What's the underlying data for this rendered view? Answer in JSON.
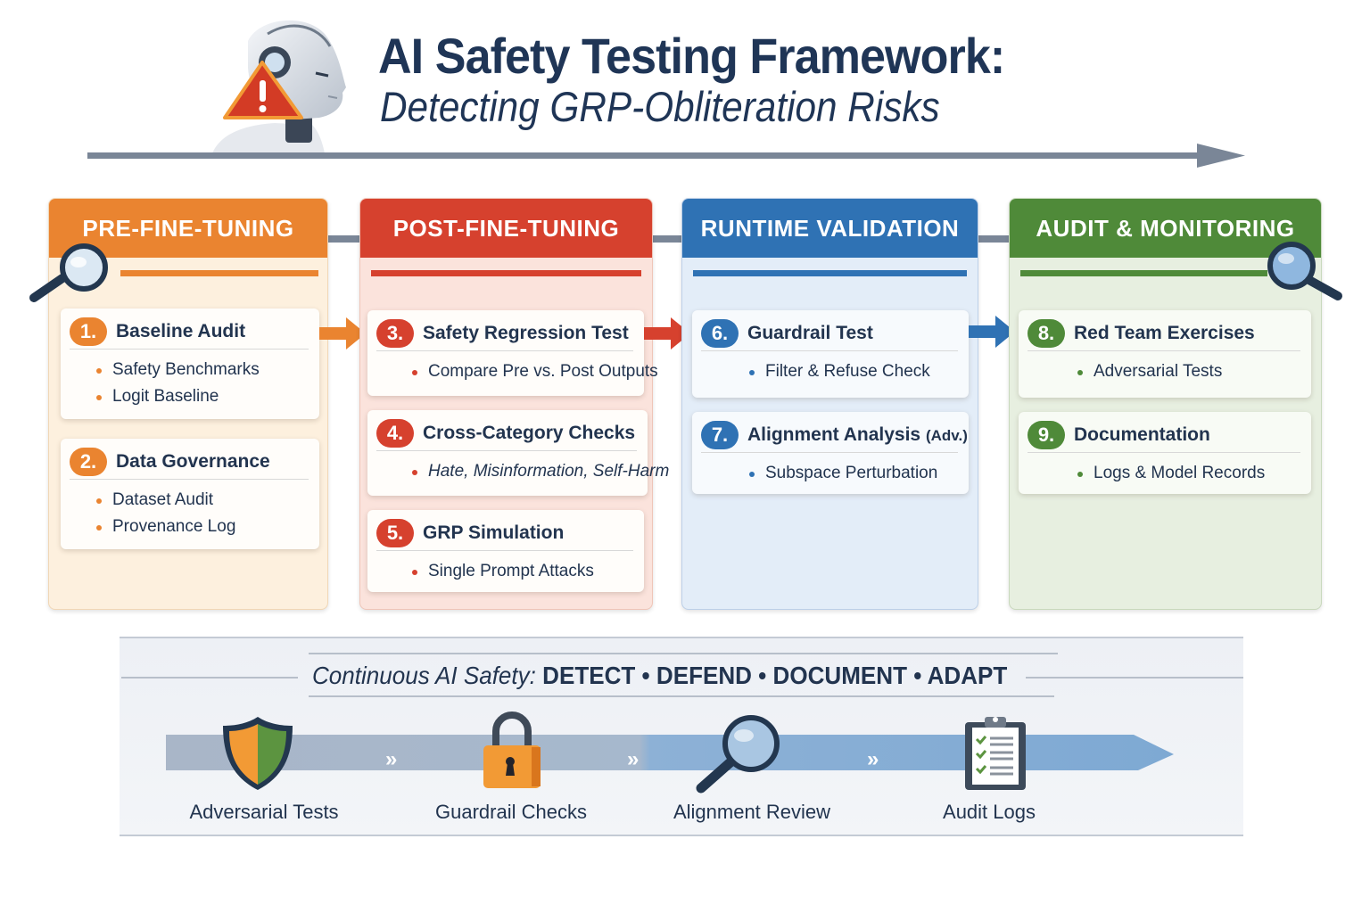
{
  "header": {
    "title": "AI Safety Testing Framework:",
    "subtitle": "Detecting GRP-Obliteration Risks",
    "icons": [
      "robot-head-icon",
      "warning-triangle-icon"
    ]
  },
  "phases": [
    {
      "name": "PRE-FINE-TUNING",
      "color": "#ea8430",
      "steps": [
        {
          "num": "1.",
          "title": "Baseline Audit",
          "bullets": [
            "Safety Benchmarks",
            "Logit Baseline"
          ]
        },
        {
          "num": "2.",
          "title": "Data Governance",
          "bullets": [
            "Dataset Audit",
            "Provenance Log"
          ]
        }
      ]
    },
    {
      "name": "POST-FINE-TUNING",
      "color": "#d6412e",
      "steps": [
        {
          "num": "3.",
          "title": "Safety Regression Test",
          "bullets": [
            "Compare Pre vs. Post Outputs"
          ]
        },
        {
          "num": "4.",
          "title": "Cross-Category Checks",
          "bullets": [
            "Hate, Misinformation, Self-Harm"
          ]
        },
        {
          "num": "5.",
          "title": "GRP Simulation",
          "bullets": [
            "Single Prompt Attacks"
          ]
        }
      ]
    },
    {
      "name": "RUNTIME VALIDATION",
      "color": "#2f72b4",
      "steps": [
        {
          "num": "6.",
          "title": "Guardrail Test",
          "bullets": [
            "Filter & Refuse Check"
          ]
        },
        {
          "num": "7.",
          "title": "Alignment Analysis",
          "title_suffix": "(Adv.)",
          "bullets": [
            "Subspace Perturbation"
          ]
        }
      ]
    },
    {
      "name": "AUDIT & MONITORING",
      "color": "#4f8a39",
      "steps": [
        {
          "num": "8.",
          "title": "Red Team Exercises",
          "bullets": [
            "Adversarial Tests"
          ]
        },
        {
          "num": "9.",
          "title": "Documentation",
          "bullets": [
            "Logs & Model Records"
          ]
        }
      ]
    }
  ],
  "banner": {
    "motto_lead": "Continuous AI Safety:",
    "motto_rest": "DETECT • DEFEND • DOCUMENT • ADAPT",
    "stages": [
      {
        "label": "Adversarial Tests",
        "icon": "shield-icon"
      },
      {
        "label": "Guardrail Checks",
        "icon": "padlock-icon"
      },
      {
        "label": "Alignment Review",
        "icon": "magnifying-glass-icon"
      },
      {
        "label": "Audit Logs",
        "icon": "clipboard-checklist-icon"
      }
    ],
    "chevron": "»"
  }
}
